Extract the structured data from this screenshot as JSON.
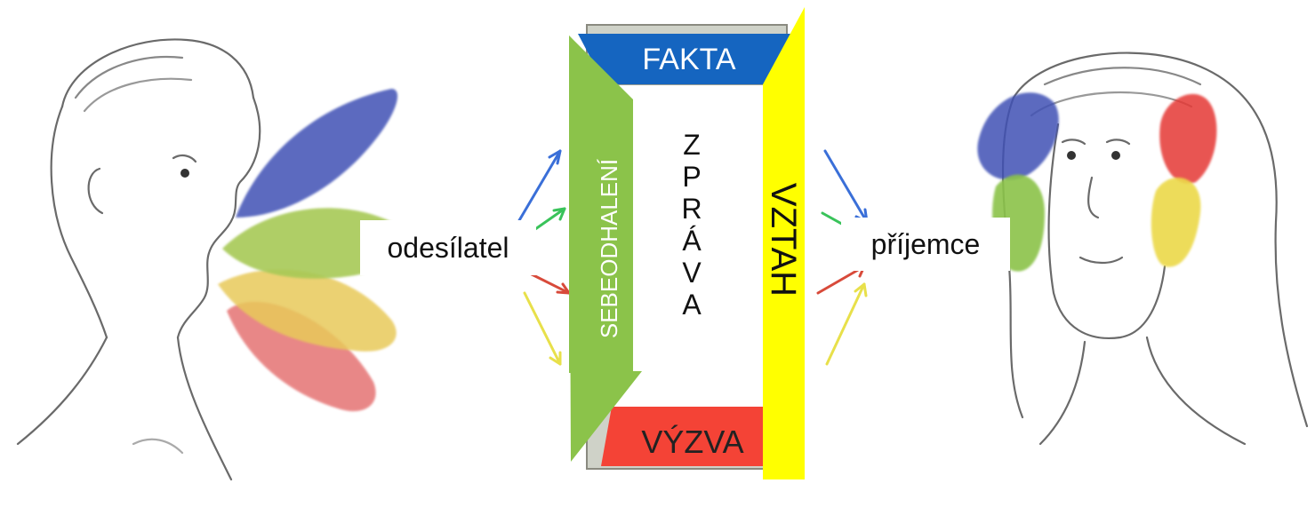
{
  "diagram": {
    "sender_label": "odesílatel",
    "receiver_label": "příjemce",
    "center": {
      "top": "FAKTA",
      "left": "SEBEODHALENÍ",
      "right": "VZTAH",
      "bottom": "VÝZVA",
      "message_letters": [
        "Z",
        "P",
        "R",
        "Á",
        "V",
        "A"
      ]
    }
  },
  "colors": {
    "facts": "#1565c0",
    "self_disclosure": "#8bc34a",
    "relationship": "#ffff00",
    "appeal": "#f44336",
    "arrow_blue": "#3a6fd8",
    "arrow_green": "#39c35a",
    "arrow_red": "#d84a3a",
    "arrow_yellow": "#e8e04a"
  }
}
